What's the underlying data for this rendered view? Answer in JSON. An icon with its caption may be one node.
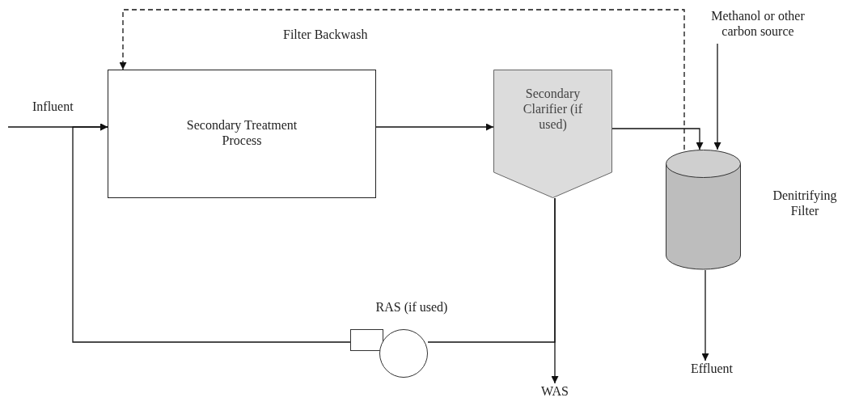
{
  "diagram": {
    "nodes": [
      {
        "text": [
          "Secondary Treatment Process"
        ]
      },
      {
        "text": [
          "Secondary Clarifier (if used)"
        ]
      },
      {
        "text": [
          "Methanol or other carbon source"
        ]
      },
      {
        "text": [],
        "shape": "cylinder",
        "beside": [
          "Denitrifying Filter"
        ]
      },
      {
        "text": [],
        "shape": "pump",
        "beside": [
          "RAS (if used)"
        ]
      },
      {
        "text": [
          "WAS"
        ]
      },
      {
        "text": [
          "Effluent"
        ]
      }
    ],
    "edges": [
      {
        "from": null,
        "to": 0,
        "arrow": "to",
        "label": "Influent"
      },
      {
        "from": 0,
        "to": 1,
        "arrow": "to"
      },
      {
        "from": 1,
        "to": 3,
        "arrow": "to"
      },
      {
        "from": 2,
        "to": 3,
        "arrow": "to"
      },
      {
        "from": 3,
        "to": 0,
        "arrow": "to",
        "style": "dashed",
        "label": "Filter Backwash"
      },
      {
        "from": 1,
        "to": 5,
        "arrow": "to"
      },
      {
        "from": 1,
        "to": 4,
        "arrow": "none"
      },
      {
        "from": 4,
        "to": 0,
        "arrow": "to"
      },
      {
        "from": 3,
        "to": 6,
        "arrow": "to"
      }
    ]
  }
}
